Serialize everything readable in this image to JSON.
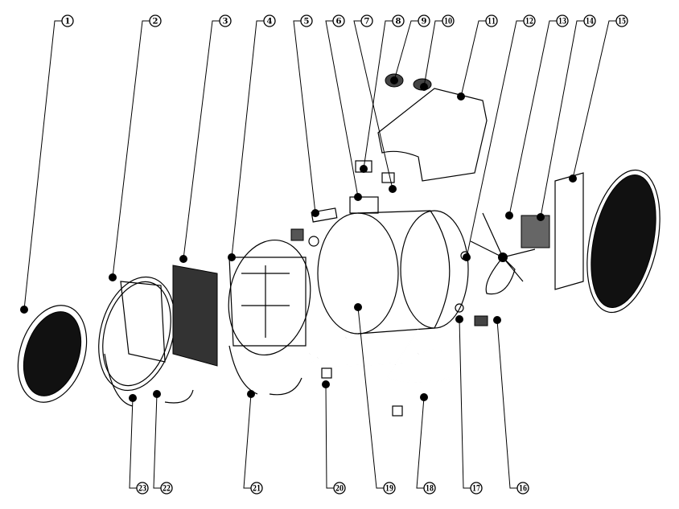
{
  "title": "Exploded parts diagram",
  "callouts": [
    {
      "number": "1"
    },
    {
      "number": "2"
    },
    {
      "number": "3"
    },
    {
      "number": "4"
    },
    {
      "number": "5"
    },
    {
      "number": "6"
    },
    {
      "number": "7"
    },
    {
      "number": "8"
    },
    {
      "number": "9"
    },
    {
      "number": "10"
    },
    {
      "number": "11"
    },
    {
      "number": "12"
    },
    {
      "number": "13"
    },
    {
      "number": "14"
    },
    {
      "number": "15"
    },
    {
      "number": "16"
    },
    {
      "number": "17"
    },
    {
      "number": "18"
    },
    {
      "number": "19"
    },
    {
      "number": "20"
    },
    {
      "number": "21"
    },
    {
      "number": "22"
    },
    {
      "number": "23"
    }
  ]
}
